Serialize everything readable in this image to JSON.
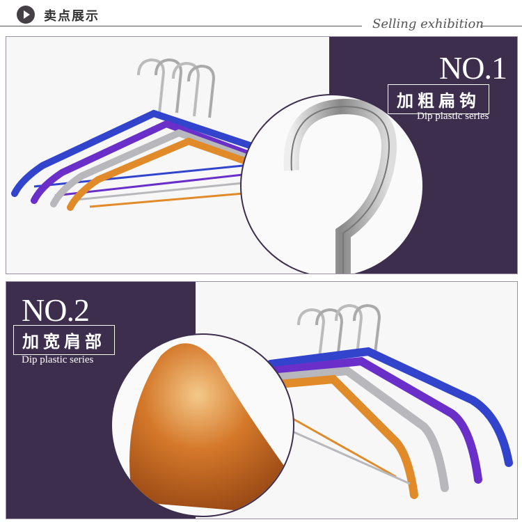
{
  "header": {
    "title": "卖点展示",
    "subtitle": "Selling exhibition"
  },
  "panel1": {
    "number": "NO.1",
    "feature": "加粗扁钩",
    "series": "Dip plastic series"
  },
  "panel2": {
    "number": "NO.2",
    "feature": "加宽肩部",
    "series": "Dip plastic series"
  },
  "colors": {
    "purple_bg": "#3d2e4e",
    "hanger_blue": "#3344cc",
    "hanger_purple": "#6a2fc8",
    "hanger_silver": "#b8b8bc",
    "hanger_orange": "#e08a2a",
    "hook_chrome": "#c8c8cc"
  },
  "icons": [
    "play-icon"
  ]
}
